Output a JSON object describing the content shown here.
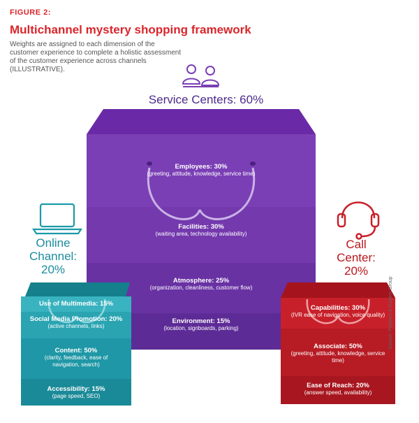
{
  "header": {
    "figure_label": "FIGURE 2:",
    "title": "Multichannel mystery shopping framework",
    "subtitle": "Weights are assigned to each dimension of the customer experience to complete a holistic assessment of the customer experience across channels (ILLUSTRATIVE)."
  },
  "service_centers": {
    "caption": "Service Centers: 60%",
    "icon": "people-icon",
    "color": "#7b3fb5",
    "sections": [
      {
        "title": "Employees: 30%",
        "detail": "(greeting, attitude, knowledge, service time)"
      },
      {
        "title": "Facilities: 30%",
        "detail": "(waiting area, technology availability)"
      },
      {
        "title": "Atmosphere: 25%",
        "detail": "(organization, cleanliness, customer flow)"
      },
      {
        "title": "Environment: 15%",
        "detail": "(location, signboards, parking)"
      }
    ]
  },
  "online_channel": {
    "caption_line1": "Online",
    "caption_line2": "Channel:",
    "caption_line3": "20%",
    "icon": "laptop-icon",
    "color": "#1c9aa8",
    "sections": [
      {
        "title": "Use of Multimedia: 15%",
        "detail": ""
      },
      {
        "title": "Social Media Promotion: 20%",
        "detail": "(active channels, links)"
      },
      {
        "title": "Content: 50%",
        "detail": "(clarity, feedback, ease of navigation, search)"
      },
      {
        "title": "Accessibility: 15%",
        "detail": "(page speed, SEO)"
      }
    ]
  },
  "call_center": {
    "caption_line1": "Call",
    "caption_line2": "Center:",
    "caption_line3": "20%",
    "icon": "headset-icon",
    "color": "#c8202a",
    "sections": [
      {
        "title": "Capabilities: 30%",
        "detail": "(IVR ease of navigation, voice quality)"
      },
      {
        "title": "Associate: 50%",
        "detail": "(greeting, attitude, knowledge, service time)"
      },
      {
        "title": "Ease of Reach: 20%",
        "detail": "(answer speed, availability)"
      }
    ]
  },
  "source": "Source: Peppers & Rogers Group"
}
